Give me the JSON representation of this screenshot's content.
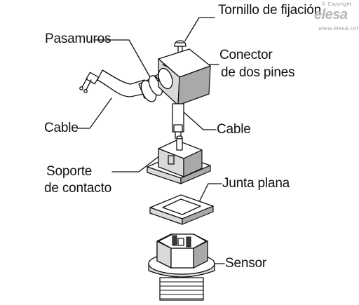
{
  "labels": {
    "tornillo": "Tornillo de fijación",
    "pasamuros": "Pasamuros",
    "conector_1": "Conector",
    "conector_2": "de dos pines",
    "cable_left": "Cable",
    "cable_right": "Cable",
    "soporte_1": "Soporte",
    "soporte_2": "de contacto",
    "junta": "Junta plana",
    "sensor": "Sensor"
  },
  "watermark": {
    "copyright": "© Copyright",
    "brand": "elesa",
    "url": "www.elesa.com"
  },
  "colors": {
    "line": "#111111",
    "face_light": "#d9d9d9",
    "face_dark": "#a9a9a9",
    "watermark": "#b5b5b5"
  }
}
